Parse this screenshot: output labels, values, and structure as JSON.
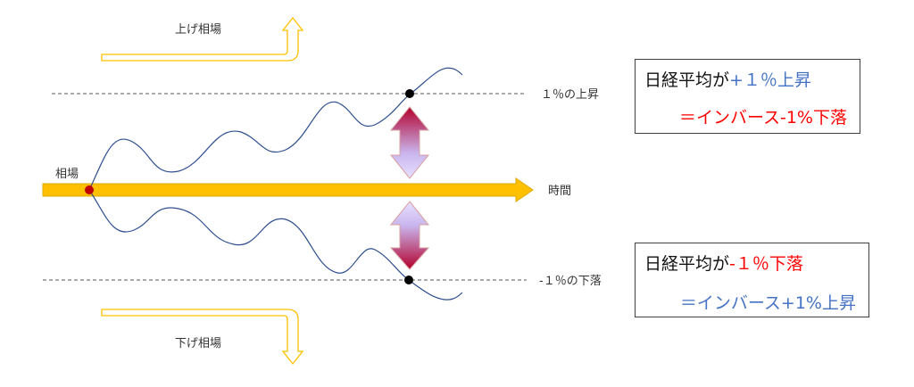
{
  "labels": {
    "bull_market": "上げ相場",
    "bear_market": "下げ相場",
    "market": "相場",
    "time": "時間",
    "up_line": "１％の上昇",
    "down_line": "-１％の下落"
  },
  "box_up": {
    "line1_prefix": "日経平均が",
    "line1_change": "+１％上昇",
    "line2_eq": "＝",
    "line2_result": "インバース-1%下落"
  },
  "box_down": {
    "line1_prefix": "日経平均が",
    "line1_change": "-１％下落",
    "line2_eq": "＝",
    "line2_result": "インバース+1%上昇"
  },
  "colors": {
    "blue": "#4472c4",
    "red": "#ff0000",
    "axis": "#ffc000",
    "curve": "#2f4f8f"
  },
  "icons": {
    "up_arrow": "curved-up-arrow-icon",
    "down_arrow": "curved-down-arrow-icon",
    "double_arrow": "vertical-double-arrow-icon"
  }
}
